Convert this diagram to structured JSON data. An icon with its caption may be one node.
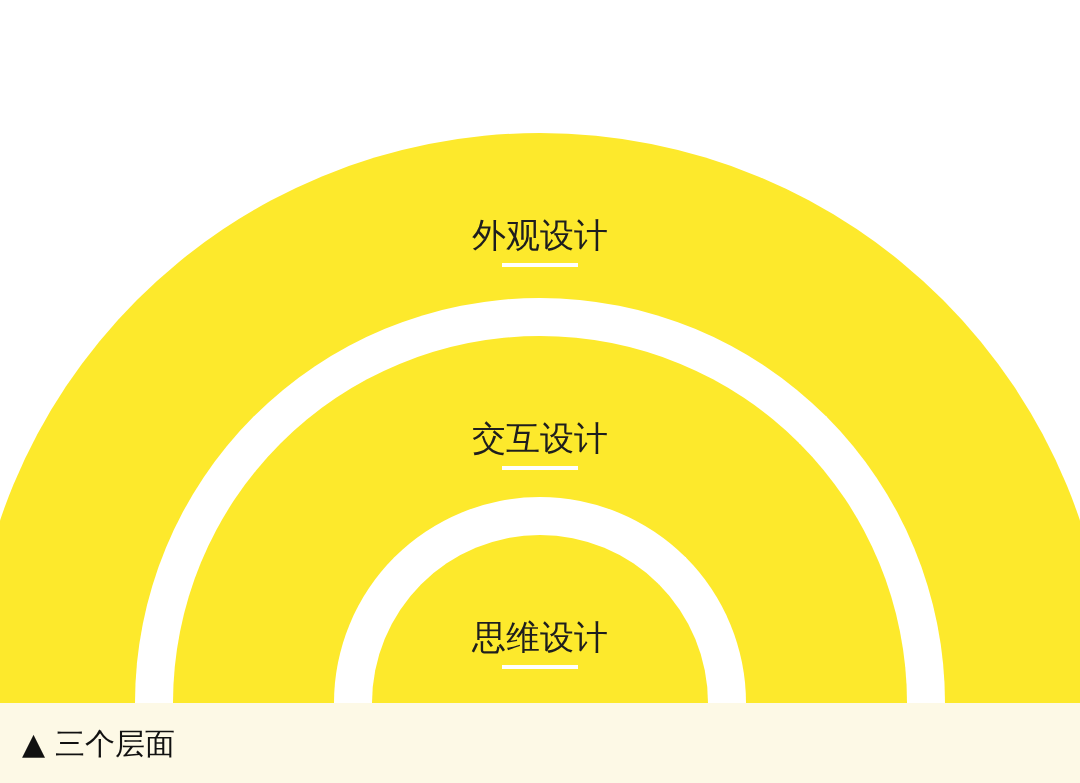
{
  "diagram": {
    "caption": "▲ 三个层面",
    "nodes": [
      {
        "text": [
          "外观设计"
        ]
      },
      {
        "text": [
          "交互设计"
        ],
        "in": 0
      },
      {
        "text": [
          "思维设计"
        ],
        "in": 1
      }
    ]
  }
}
